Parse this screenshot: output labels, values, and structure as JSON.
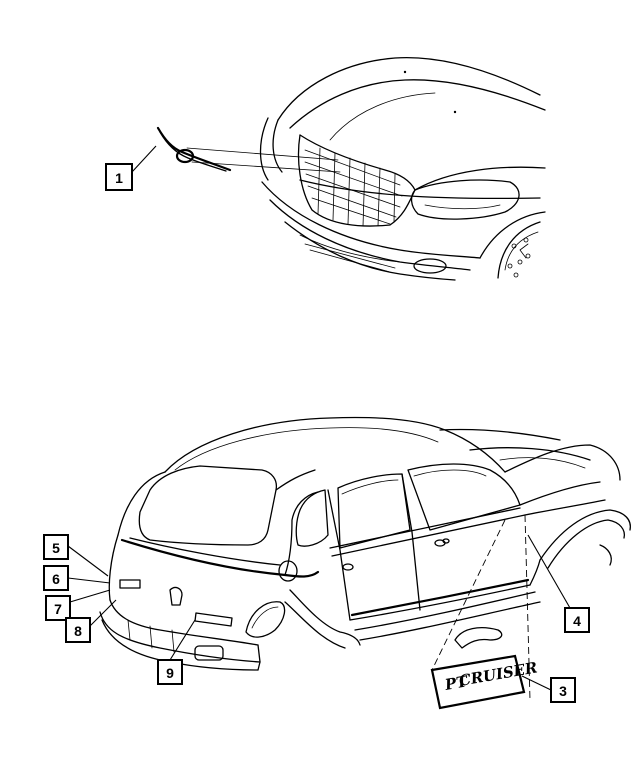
{
  "callouts": {
    "c1": "1",
    "c3": "3",
    "c4": "4",
    "c5": "5",
    "c6": "6",
    "c7": "7",
    "c8": "8",
    "c9": "9"
  },
  "emblem": {
    "prefix": "PT",
    "word": "CRUISER"
  },
  "colors": {
    "line": "#000000",
    "background": "#ffffff"
  }
}
